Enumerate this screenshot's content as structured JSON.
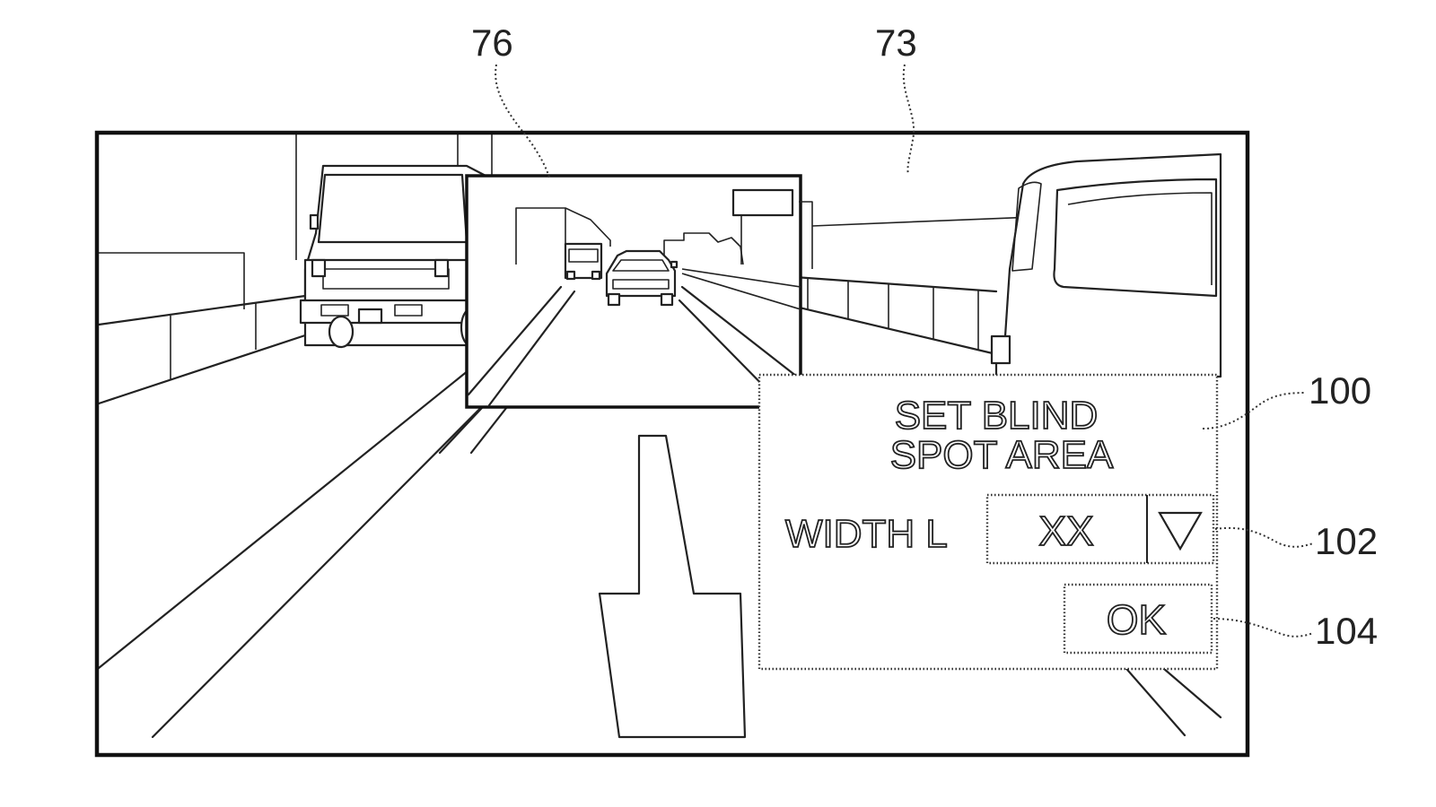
{
  "reference_labels": {
    "overlay": "76",
    "display": "73",
    "dialog": "100",
    "width_selector": "102",
    "ok_button": "104"
  },
  "dialog": {
    "title_line1": "SET BLIND",
    "title_line2": "SPOT AREA",
    "width_label": "WIDTH L",
    "width_value": "XX",
    "dropdown_icon": "triangle-down-icon",
    "ok_label": "OK"
  },
  "colors": {
    "ink": "#222222",
    "background": "#ffffff"
  }
}
